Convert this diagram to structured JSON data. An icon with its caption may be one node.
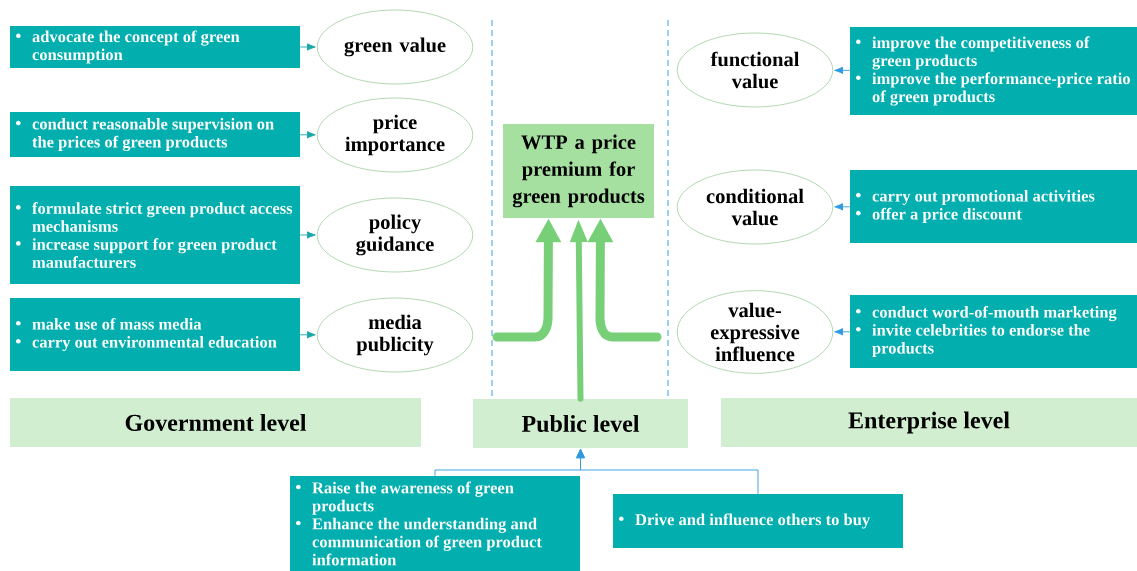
{
  "diagram": {
    "nodes": [
      {
        "text": [
          "advocate the concept of green consumption"
        ]
      },
      {
        "text": [
          "green value"
        ]
      },
      {
        "text": [
          "conduct reasonable supervision on the prices of green products"
        ]
      },
      {
        "text": [
          "price importance"
        ]
      },
      {
        "text": [
          "formulate strict green product access mechanisms",
          "increase support for green product manufacturers"
        ]
      },
      {
        "text": [
          "policy guidance"
        ]
      },
      {
        "text": [
          "make use of mass media",
          "carry out environmental education"
        ]
      },
      {
        "text": [
          "media publicity"
        ]
      },
      {
        "text": [
          "WTP a price premium for green products"
        ]
      },
      {
        "text": [
          "functional value"
        ]
      },
      {
        "text": [
          "improve the competitiveness of green products",
          "improve the performance-price ratio of green products"
        ]
      },
      {
        "text": [
          "conditional value"
        ]
      },
      {
        "text": [
          "carry out promotional activities",
          "offer a price discount"
        ]
      },
      {
        "text": [
          "value-expressive influence"
        ]
      },
      {
        "text": [
          "conduct word-of-mouth marketing",
          "invite celebrities to endorse the products"
        ]
      },
      {
        "text": [
          "Government level"
        ]
      },
      {
        "text": [
          "Public level"
        ]
      },
      {
        "text": [
          "Enterprise level"
        ]
      },
      {
        "text": [
          "Raise the awareness of green products",
          "Enhance the understanding and communication of green product information"
        ]
      },
      {
        "text": [
          "Drive and influence others to buy"
        ]
      }
    ],
    "edges": [
      {
        "from": 0,
        "to": 1,
        "arrow": "to",
        "color": "#1aa7a7"
      },
      {
        "from": 2,
        "to": 3,
        "arrow": "to",
        "color": "#1aa7a7"
      },
      {
        "from": 4,
        "to": 5,
        "arrow": "to",
        "color": "#1aa7a7"
      },
      {
        "from": 6,
        "to": 7,
        "arrow": "to",
        "color": "#1aa7a7"
      },
      {
        "from": 10,
        "to": 9,
        "arrow": "to"
      },
      {
        "from": 12,
        "to": 11,
        "arrow": "to"
      },
      {
        "from": 14,
        "to": 13,
        "arrow": "to"
      },
      {
        "from": 18,
        "to": 16,
        "arrow": "to"
      },
      {
        "from": 19,
        "to": 16,
        "arrow": "to"
      },
      {
        "from": null,
        "to": 8,
        "arrow": "to",
        "style": "thick",
        "color": "#77d077"
      },
      {
        "from": 16,
        "to": 8,
        "arrow": "to",
        "style": "thick",
        "color": "#77d077"
      },
      {
        "from": null,
        "to": 8,
        "arrow": "to",
        "style": "thick",
        "color": "#77d077"
      }
    ]
  }
}
